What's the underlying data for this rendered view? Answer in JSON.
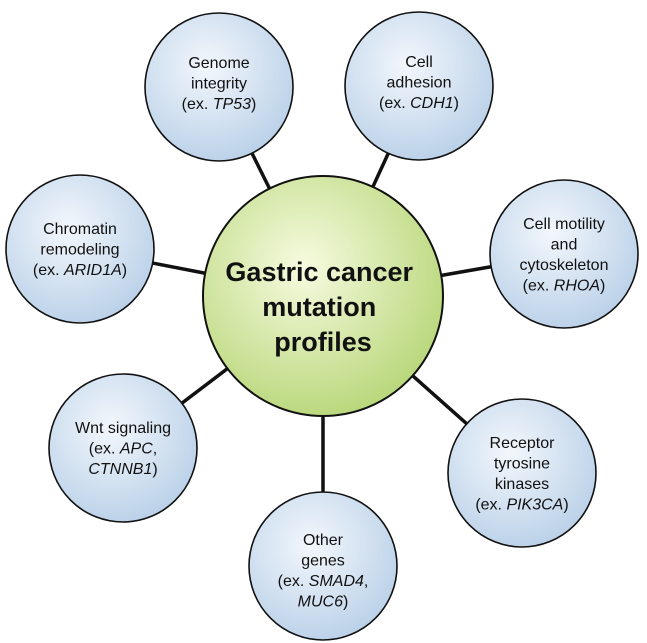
{
  "center": {
    "lines": [
      "Gastric cancer",
      "mutation",
      "profiles"
    ],
    "fill_inner": "#f7fbe0",
    "fill_outer": "#b8d77a"
  },
  "satellite_fill_inner": "#f3f7fc",
  "satellite_fill_outer": "#b9d0e8",
  "line_color": "#111111",
  "satellites": [
    {
      "id": "genome-integrity",
      "lines": [
        [
          {
            "t": "Genome"
          }
        ],
        [
          {
            "t": "integrity"
          }
        ],
        [
          {
            "t": "(ex. "
          },
          {
            "t": "TP53",
            "i": true
          },
          {
            "t": ")"
          }
        ]
      ]
    },
    {
      "id": "cell-adhesion",
      "lines": [
        [
          {
            "t": "Cell"
          }
        ],
        [
          {
            "t": "adhesion"
          }
        ],
        [
          {
            "t": "(ex. "
          },
          {
            "t": "CDH1",
            "i": true
          },
          {
            "t": ")"
          }
        ]
      ]
    },
    {
      "id": "cell-motility",
      "lines": [
        [
          {
            "t": "Cell motility"
          }
        ],
        [
          {
            "t": "and"
          }
        ],
        [
          {
            "t": "cytoskeleton"
          }
        ],
        [
          {
            "t": "(ex. "
          },
          {
            "t": "RHOA",
            "i": true
          },
          {
            "t": ")"
          }
        ]
      ]
    },
    {
      "id": "receptor-tyrosine-kinases",
      "lines": [
        [
          {
            "t": "Receptor"
          }
        ],
        [
          {
            "t": "tyrosine"
          }
        ],
        [
          {
            "t": "kinases"
          }
        ],
        [
          {
            "t": "(ex. "
          },
          {
            "t": "PIK3CA",
            "i": true
          },
          {
            "t": ")"
          }
        ]
      ]
    },
    {
      "id": "other-genes",
      "lines": [
        [
          {
            "t": "Other"
          }
        ],
        [
          {
            "t": "genes"
          }
        ],
        [
          {
            "t": "(ex. "
          },
          {
            "t": "SMAD4",
            "i": true
          },
          {
            "t": ","
          }
        ],
        [
          {
            "t": "MUC6",
            "i": true
          },
          {
            "t": ")"
          }
        ]
      ]
    },
    {
      "id": "wnt-signaling",
      "lines": [
        [
          {
            "t": "Wnt signaling"
          }
        ],
        [
          {
            "t": "(ex. "
          },
          {
            "t": "APC",
            "i": true
          },
          {
            "t": ","
          }
        ],
        [
          {
            "t": "CTNNB1",
            "i": true
          },
          {
            "t": ")"
          }
        ]
      ]
    },
    {
      "id": "chromatin-remodeling",
      "lines": [
        [
          {
            "t": "Chromatin"
          }
        ],
        [
          {
            "t": "remodeling"
          }
        ],
        [
          {
            "t": "(ex. "
          },
          {
            "t": "ARID1A",
            "i": true
          },
          {
            "t": ")"
          }
        ]
      ]
    }
  ]
}
